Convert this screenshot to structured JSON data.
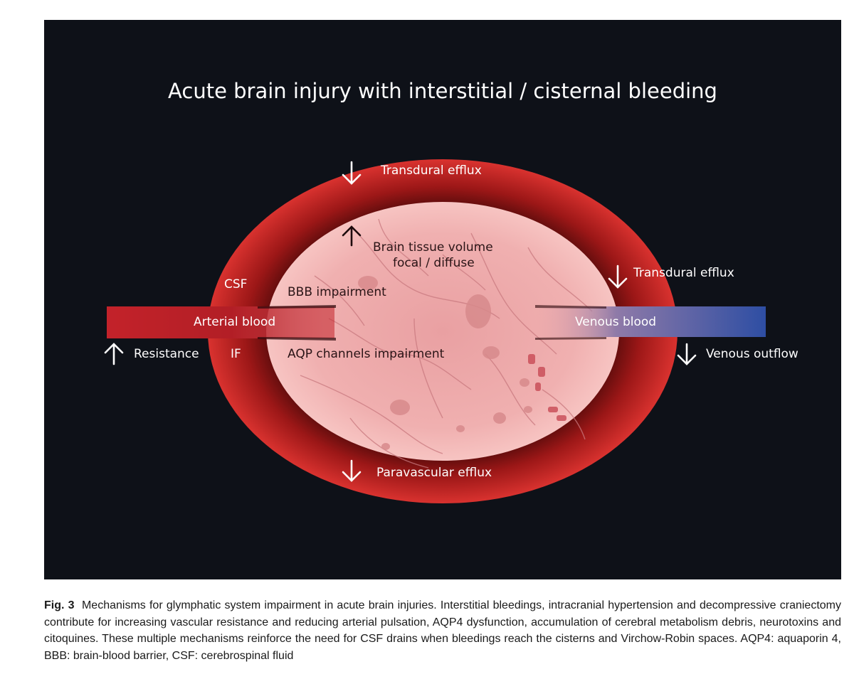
{
  "diagram": {
    "title": "Acute brain injury with interstitial / cisternal bleeding",
    "labels": {
      "transdural_efflux_top": "Transdural efflux",
      "brain_tissue_volume_line1": "Brain tissue volume",
      "brain_tissue_volume_line2": "focal / diffuse",
      "transdural_efflux_right": "Transdural efflux",
      "csf": "CSF",
      "bbb_impairment": "BBB impairment",
      "arterial_blood": "Arterial blood",
      "venous_blood": "Venous blood",
      "resistance": "Resistance",
      "if": "IF",
      "aqp_channels_impairment": "AQP channels impairment",
      "venous_outflow": "Venous outflow",
      "paravascular_efflux": "Paravascular efflux"
    },
    "arrows": {
      "transdural_efflux_top": "down-arrow-icon",
      "brain_tissue_volume": "up-arrow-icon",
      "transdural_efflux_right": "down-arrow-icon",
      "resistance": "up-arrow-icon",
      "venous_outflow": "down-arrow-icon",
      "paravascular_efflux": "down-arrow-icon"
    },
    "colors": {
      "background": "#0e1118",
      "outer_ring": "#d42a2a",
      "inner_brain": "#f2aeae",
      "arterial": "#c8232a",
      "venous": "#2f4fa0"
    }
  },
  "caption": {
    "label": "Fig. 3",
    "text": "Mechanisms for glymphatic system impairment in acute brain injuries. Interstitial bleedings, intracranial hypertension and decompressive craniectomy contribute for increasing vascular resistance and reducing arterial pulsation, AQP4 dysfunction, accumulation of cerebral metabolism debris, neurotoxins and citoquines. These multiple mechanisms reinforce the need for CSF drains when bleedings reach the cisterns and Virchow-Robin spaces. AQP4: aquaporin 4, BBB: brain-blood barrier, CSF: cerebrospinal fluid"
  }
}
